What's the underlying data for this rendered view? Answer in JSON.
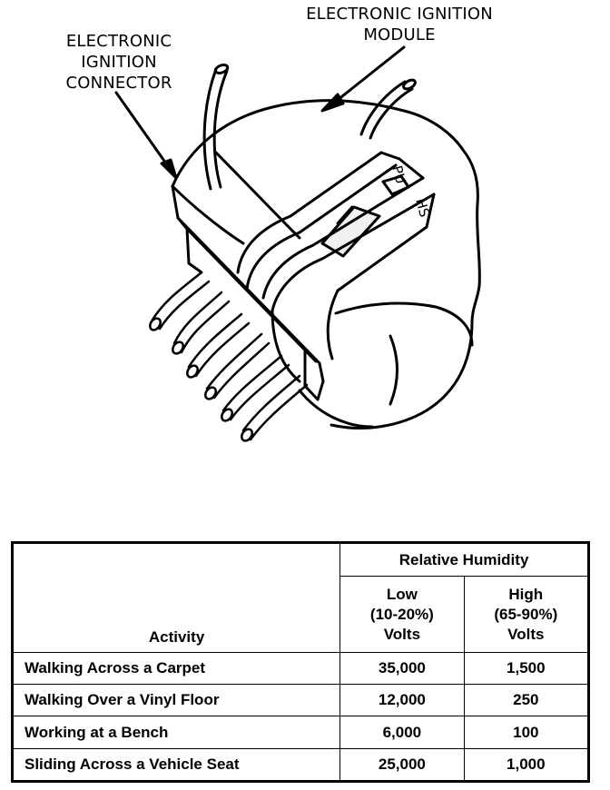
{
  "labels": {
    "module": [
      "ELECTRONIC IGNITION",
      "MODULE"
    ],
    "connector": [
      "ELECTRONIC",
      "IGNITION",
      "CONNECTOR"
    ],
    "embossed_top": "PU",
    "embossed_side": "HS"
  },
  "table": {
    "activity_header": "Activity",
    "group_header": "Relative Humidity",
    "low_header": [
      "Low",
      "(10-20%)",
      "Volts"
    ],
    "high_header": [
      "High",
      "(65-90%)",
      "Volts"
    ],
    "rows": [
      {
        "activity": "Walking Across a Carpet",
        "low": "35,000",
        "high": "1,500"
      },
      {
        "activity": "Walking Over a Vinyl Floor",
        "low": "12,000",
        "high": "250"
      },
      {
        "activity": "Working at a Bench",
        "low": "6,000",
        "high": "100"
      },
      {
        "activity": "Sliding Across a Vehicle Seat",
        "low": "25,000",
        "high": "1,000"
      }
    ]
  }
}
